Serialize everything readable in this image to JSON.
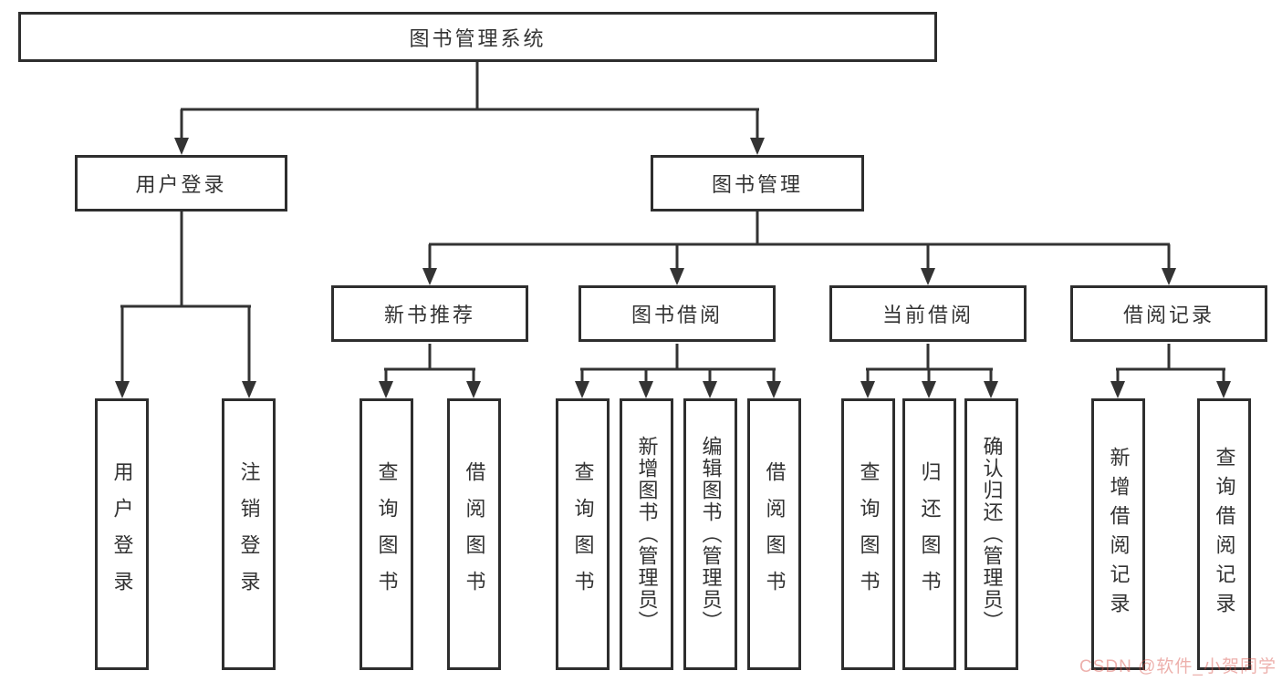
{
  "diagram": {
    "root": "图书管理系统",
    "level2": {
      "user_login": "用户登录",
      "book_mgmt": "图书管理"
    },
    "level3": {
      "new_books": "新书推荐",
      "book_borrow": "图书借阅",
      "current_borrow": "当前借阅",
      "borrow_records": "借阅记录"
    },
    "leaves": {
      "user_login": [
        "用户登录",
        "注销登录"
      ],
      "new_books": [
        "查询图书",
        "借阅图书"
      ],
      "book_borrow": [
        "查询图书",
        "新增图书（管理员）",
        "编辑图书（管理员）",
        "借阅图书"
      ],
      "current_borrow": [
        "查询图书",
        "归还图书",
        "确认归还（管理员）"
      ],
      "borrow_records": [
        "新增借阅记录",
        "查询借阅记录"
      ]
    }
  },
  "watermark": "CSDN @软件_小贺同学",
  "colors": {
    "line": "#333333",
    "border": "#2e2e2e",
    "text": "#333333",
    "watermark_red": "#d75046",
    "background": "#ffffff"
  }
}
